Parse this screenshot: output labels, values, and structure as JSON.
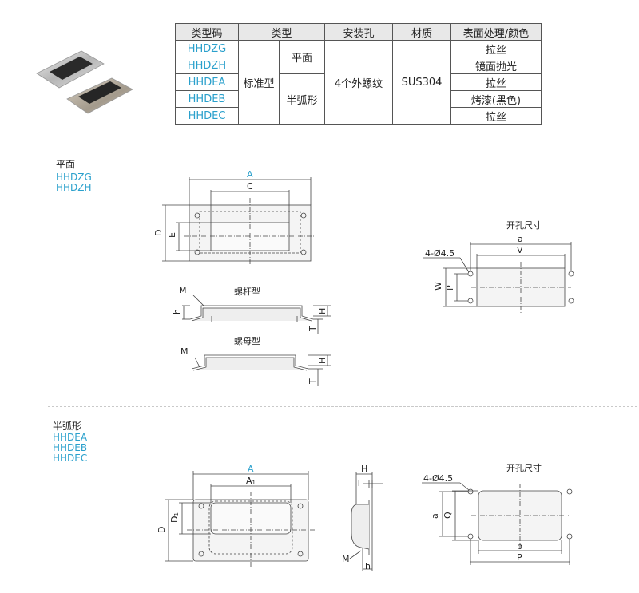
{
  "table": {
    "headers": [
      "类型码",
      "类型",
      "安装孔",
      "材质",
      "表面处理/颜色"
    ],
    "codes": [
      "HHDZG",
      "HHDZH",
      "HHDEA",
      "HHDEB",
      "HHDEC"
    ],
    "type_main": "标准型",
    "type_sub_flat": "平面",
    "type_sub_arc": "半弧形",
    "install_hole": "4个外螺纹",
    "material": "SUS304",
    "finishes": [
      "拉丝",
      "镜面抛光",
      "拉丝",
      "烤漆(黑色)",
      "拉丝"
    ]
  },
  "section_flat": {
    "title": "平面",
    "codes": [
      "HHDZG",
      "HHDZH"
    ],
    "dims": {
      "A": "A",
      "C": "C",
      "D": "D",
      "E": "E",
      "M": "M",
      "h": "h",
      "H": "H",
      "T": "T"
    },
    "bolt_type": "螺杆型",
    "nut_type": "螺母型",
    "cutout_title": "开孔尺寸",
    "cutout_hole": "4-Ø4.5",
    "cutout_dims": {
      "a": "a",
      "V": "V",
      "W": "W",
      "P": "P"
    }
  },
  "section_arc": {
    "title": "半弧形",
    "codes": [
      "HHDEA",
      "HHDEB",
      "HHDEC"
    ],
    "dims": {
      "A": "A",
      "A1": "A",
      "A1_sub": "1",
      "D": "D",
      "D1": "D",
      "D1_sub": "1",
      "H": "H",
      "T": "T",
      "M": "M",
      "h": "h"
    },
    "cutout_title": "开孔尺寸",
    "cutout_hole": "4-Ø4.5",
    "cutout_dims": {
      "a": "a",
      "Q": "Q",
      "b": "b",
      "P": "P"
    }
  },
  "colors": {
    "accent": "#2aa0cc",
    "line": "#444444",
    "header_bg": "#e8e8e8"
  }
}
